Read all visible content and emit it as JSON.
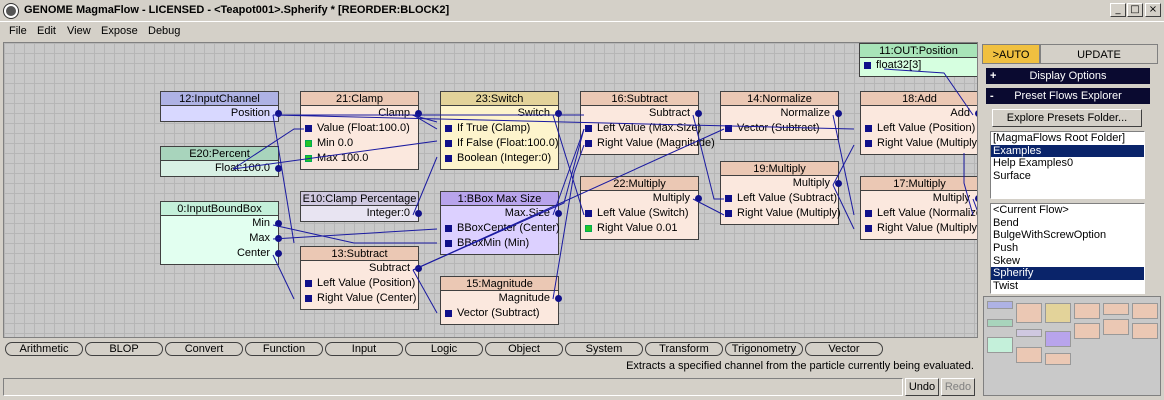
{
  "window": {
    "title": "GENOME MagmaFlow - LICENSED - <Teapot001>.Spherify *  [REORDER:BLOCK2]",
    "minimize": "_",
    "maximize": "□",
    "close": "×"
  },
  "menu": [
    "File",
    "Edit",
    "View",
    "Expose",
    "Debug"
  ],
  "colors": {
    "canvas": "#c9c9c9",
    "wire": "#1a1aa0",
    "socket": "#10108a",
    "selection": "#0a246a",
    "auto_tab": "#f0c040"
  },
  "nodes": {
    "input_channel": {
      "title": "12:InputChannel",
      "out1": "Position"
    },
    "percent": {
      "title": "E20:Percent",
      "out1": "Float:100.0"
    },
    "input_bbox": {
      "title": "0:InputBoundBox",
      "out1": "Min",
      "out2": "Max",
      "out3": "Center"
    },
    "clamp": {
      "title": "21:Clamp",
      "out1": "Clamp",
      "in1": "Value (Float:100.0)",
      "in2": "Min 0.0",
      "in3": "Max 100.0"
    },
    "clamp_percentage": {
      "title": "E10:Clamp Percentage",
      "out1": "Integer:0"
    },
    "subtract13": {
      "title": "13:Subtract",
      "out1": "Subtract",
      "in1": "Left Value (Position)",
      "in2": "Right Value (Center)"
    },
    "switch": {
      "title": "23:Switch",
      "out1": "Switch",
      "in1": "If True (Clamp)",
      "in2": "If False (Float:100.0)",
      "in3": "Boolean (Integer:0)"
    },
    "bbox_max": {
      "title": "1:BBox Max Size",
      "out1": "Max.Size",
      "in1": "BBoxCenter (Center)",
      "in2": "BBoxMin (Min)"
    },
    "magnitude": {
      "title": "15:Magnitude",
      "out1": "Magnitude",
      "in1": "Vector (Subtract)"
    },
    "subtract16": {
      "title": "16:Subtract",
      "out1": "Subtract",
      "in1": "Left Value (Max.Size)",
      "in2": "Right Value (Magnitude)"
    },
    "multiply22": {
      "title": "22:Multiply",
      "out1": "Multiply",
      "in1": "Left Value (Switch)",
      "in2": "Right Value 0.01"
    },
    "normalize": {
      "title": "14:Normalize",
      "out1": "Normalize",
      "in1": "Vector (Subtract)"
    },
    "multiply19": {
      "title": "19:Multiply",
      "out1": "Multiply",
      "in1": "Left Value (Subtract)",
      "in2": "Right Value (Multiply)"
    },
    "output": {
      "title": "11:OUT:Position",
      "in1": "float32[3]"
    },
    "add": {
      "title": "18:Add",
      "out1": "Add",
      "in1": "Left Value (Position)",
      "in2": "Right Value (Multiply)"
    },
    "multiply17": {
      "title": "17:Multiply",
      "out1": "Multiply",
      "in1": "Left Value (Normalize)",
      "in2": "Right Value (Multiply)"
    }
  },
  "categories": [
    "Arithmetic",
    "BLOP",
    "Convert",
    "Function",
    "Input",
    "Logic",
    "Object",
    "System",
    "Transform",
    "Trigonometry",
    "Vector"
  ],
  "status": "Extracts a specified channel from the particle currently being evaluated.",
  "undo_label": "Undo",
  "redo_label": "Redo",
  "right_panel": {
    "tab_auto": ">AUTO",
    "tab_update": "UPDATE",
    "display_options": "Display Options",
    "display_sign": "+",
    "preset_explorer": "Preset Flows Explorer",
    "preset_sign": "-",
    "explore_button": "Explore Presets Folder...",
    "folders": [
      "[MagmaFlows Root Folder]",
      "Examples",
      "Help Examples0",
      "Surface"
    ],
    "flows": [
      "<Current Flow>",
      "Bend",
      "BulgeWithScrewOption",
      "Push",
      "Skew",
      "Spherify",
      "Twist"
    ]
  }
}
